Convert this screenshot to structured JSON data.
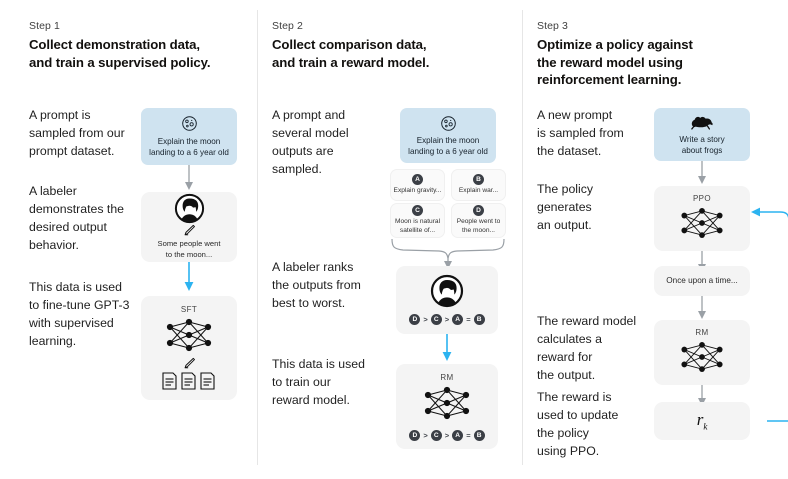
{
  "diagram": {
    "title": "RLHF three-step training diagram",
    "colors": {
      "prompt_box": "#cfe3f0",
      "model_box": "#f4f4f4",
      "arrow_gray": "#9aa0a6",
      "arrow_blue": "#2cb3f0",
      "badge": "#3b3f46",
      "divider": "#e6e6e6"
    }
  },
  "steps": [
    {
      "label": "Step 1",
      "title": "Collect demonstration data,\nand train a supervised policy.",
      "title_line1": "Collect demonstration data,",
      "title_line2": "and train a supervised policy.",
      "captions": [
        "A prompt is\nsampled from our\nprompt dataset.",
        "A labeler\ndemonstrates the\ndesired output\nbehavior.",
        "This data is used\nto fine-tune GPT-3\nwith supervised\nlearning."
      ],
      "prompt_box": {
        "icon": "moon-icon",
        "text": "Explain the moon\nlanding to a 6 year old"
      },
      "labeler_box": {
        "icon": "labeler-avatar-icon",
        "pencil": "pencil-icon",
        "text": "Some people went\nto the moon..."
      },
      "model_box": {
        "model_label": "SFT",
        "network": "neural-network-icon",
        "pencil": "pencil-icon",
        "documents": "documents-icon"
      }
    },
    {
      "label": "Step 2",
      "title": "Collect comparison data,\nand train a reward model.",
      "title_line1": "Collect comparison data,",
      "title_line2": "and train a reward model.",
      "captions": [
        "A prompt and\nseveral model\noutputs are\nsampled.",
        "A labeler ranks\nthe outputs from\nbest to worst.",
        "This data is used\nto train our\nreward model."
      ],
      "prompt_box": {
        "icon": "moon-icon",
        "text": "Explain the moon\nlanding to a 6 year old"
      },
      "outputs": [
        {
          "badge": "A",
          "text": "Explain gravity..."
        },
        {
          "badge": "B",
          "text": "Explain war..."
        },
        {
          "badge": "C",
          "text": "Moon is natural\nsatellite of..."
        },
        {
          "badge": "D",
          "text": "People went to\nthe moon..."
        }
      ],
      "ranking_box": {
        "icon": "labeler-avatar-icon",
        "ranking": [
          "D",
          ">",
          "C",
          ">",
          "A",
          "=",
          "B"
        ]
      },
      "reward_box": {
        "model_label": "RM",
        "network": "neural-network-icon",
        "ranking": [
          "D",
          ">",
          "C",
          ">",
          "A",
          "=",
          "B"
        ]
      }
    },
    {
      "label": "Step 3",
      "title": "Optimize a policy against\nthe reward model using\nreinforcement learning.",
      "title_line1": "Optimize a policy against",
      "title_line2": "the reward model using",
      "title_line3": "reinforcement learning.",
      "captions": [
        "A new prompt\nis sampled from\nthe dataset.",
        "The policy\ngenerates\nan output.",
        "The reward model\ncalculates a\nreward for\nthe output.",
        "The reward is\nused to update\nthe policy\nusing PPO."
      ],
      "prompt_box": {
        "icon": "frog-icon",
        "text": "Write a story\nabout frogs"
      },
      "policy_box": {
        "model_label": "PPO",
        "network": "neural-network-icon"
      },
      "output_box": {
        "text": "Once upon a time..."
      },
      "reward_box": {
        "model_label": "RM",
        "network": "neural-network-icon"
      },
      "reward_value": {
        "symbol": "r",
        "subscript": "k"
      }
    }
  ]
}
